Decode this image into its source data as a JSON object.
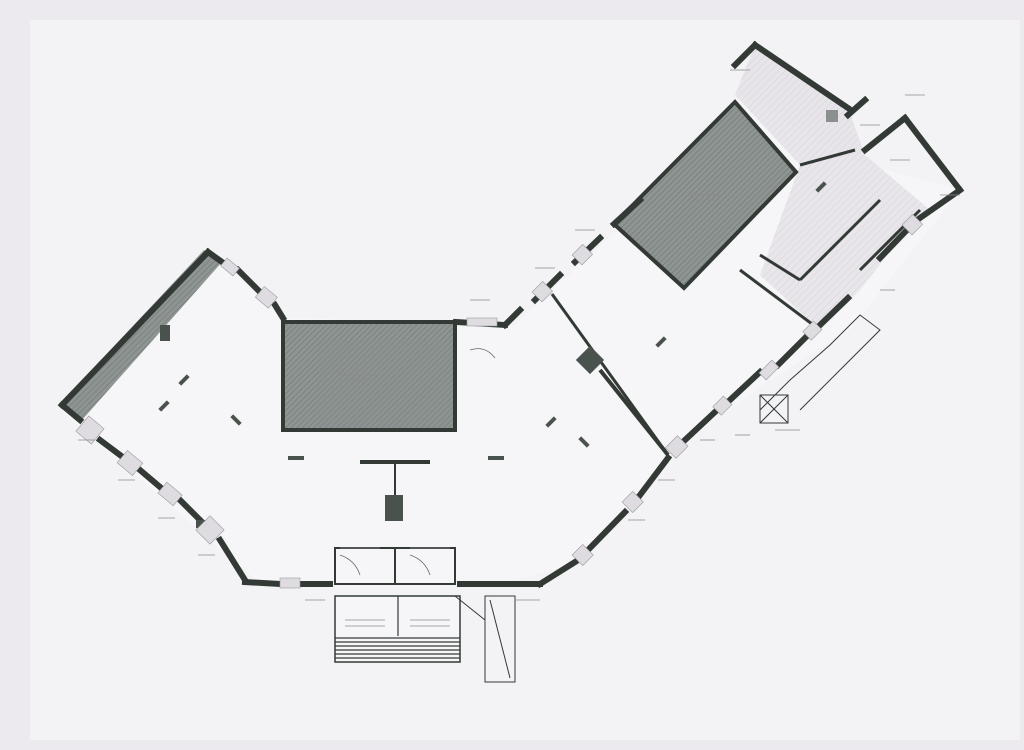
{
  "colors": {
    "paper": "#f3f2f4",
    "background": "#eceaee",
    "wall": "#333a36",
    "hatch": "#8f9593",
    "floor": "#f5f4f6",
    "light_hatch": "#d9d7dc",
    "column": "#4a524e"
  },
  "rooms": [
    {
      "id": "hall-left-storage",
      "kind": "hatched"
    },
    {
      "id": "central-storage",
      "kind": "hatched"
    },
    {
      "id": "upper-right-storage",
      "kind": "hatched"
    },
    {
      "id": "main-hall",
      "kind": "open"
    },
    {
      "id": "right-wing-hall",
      "kind": "open"
    },
    {
      "id": "service-rooms",
      "kind": "light"
    },
    {
      "id": "entrance-porch",
      "kind": "light"
    }
  ],
  "illegible_labels": true
}
